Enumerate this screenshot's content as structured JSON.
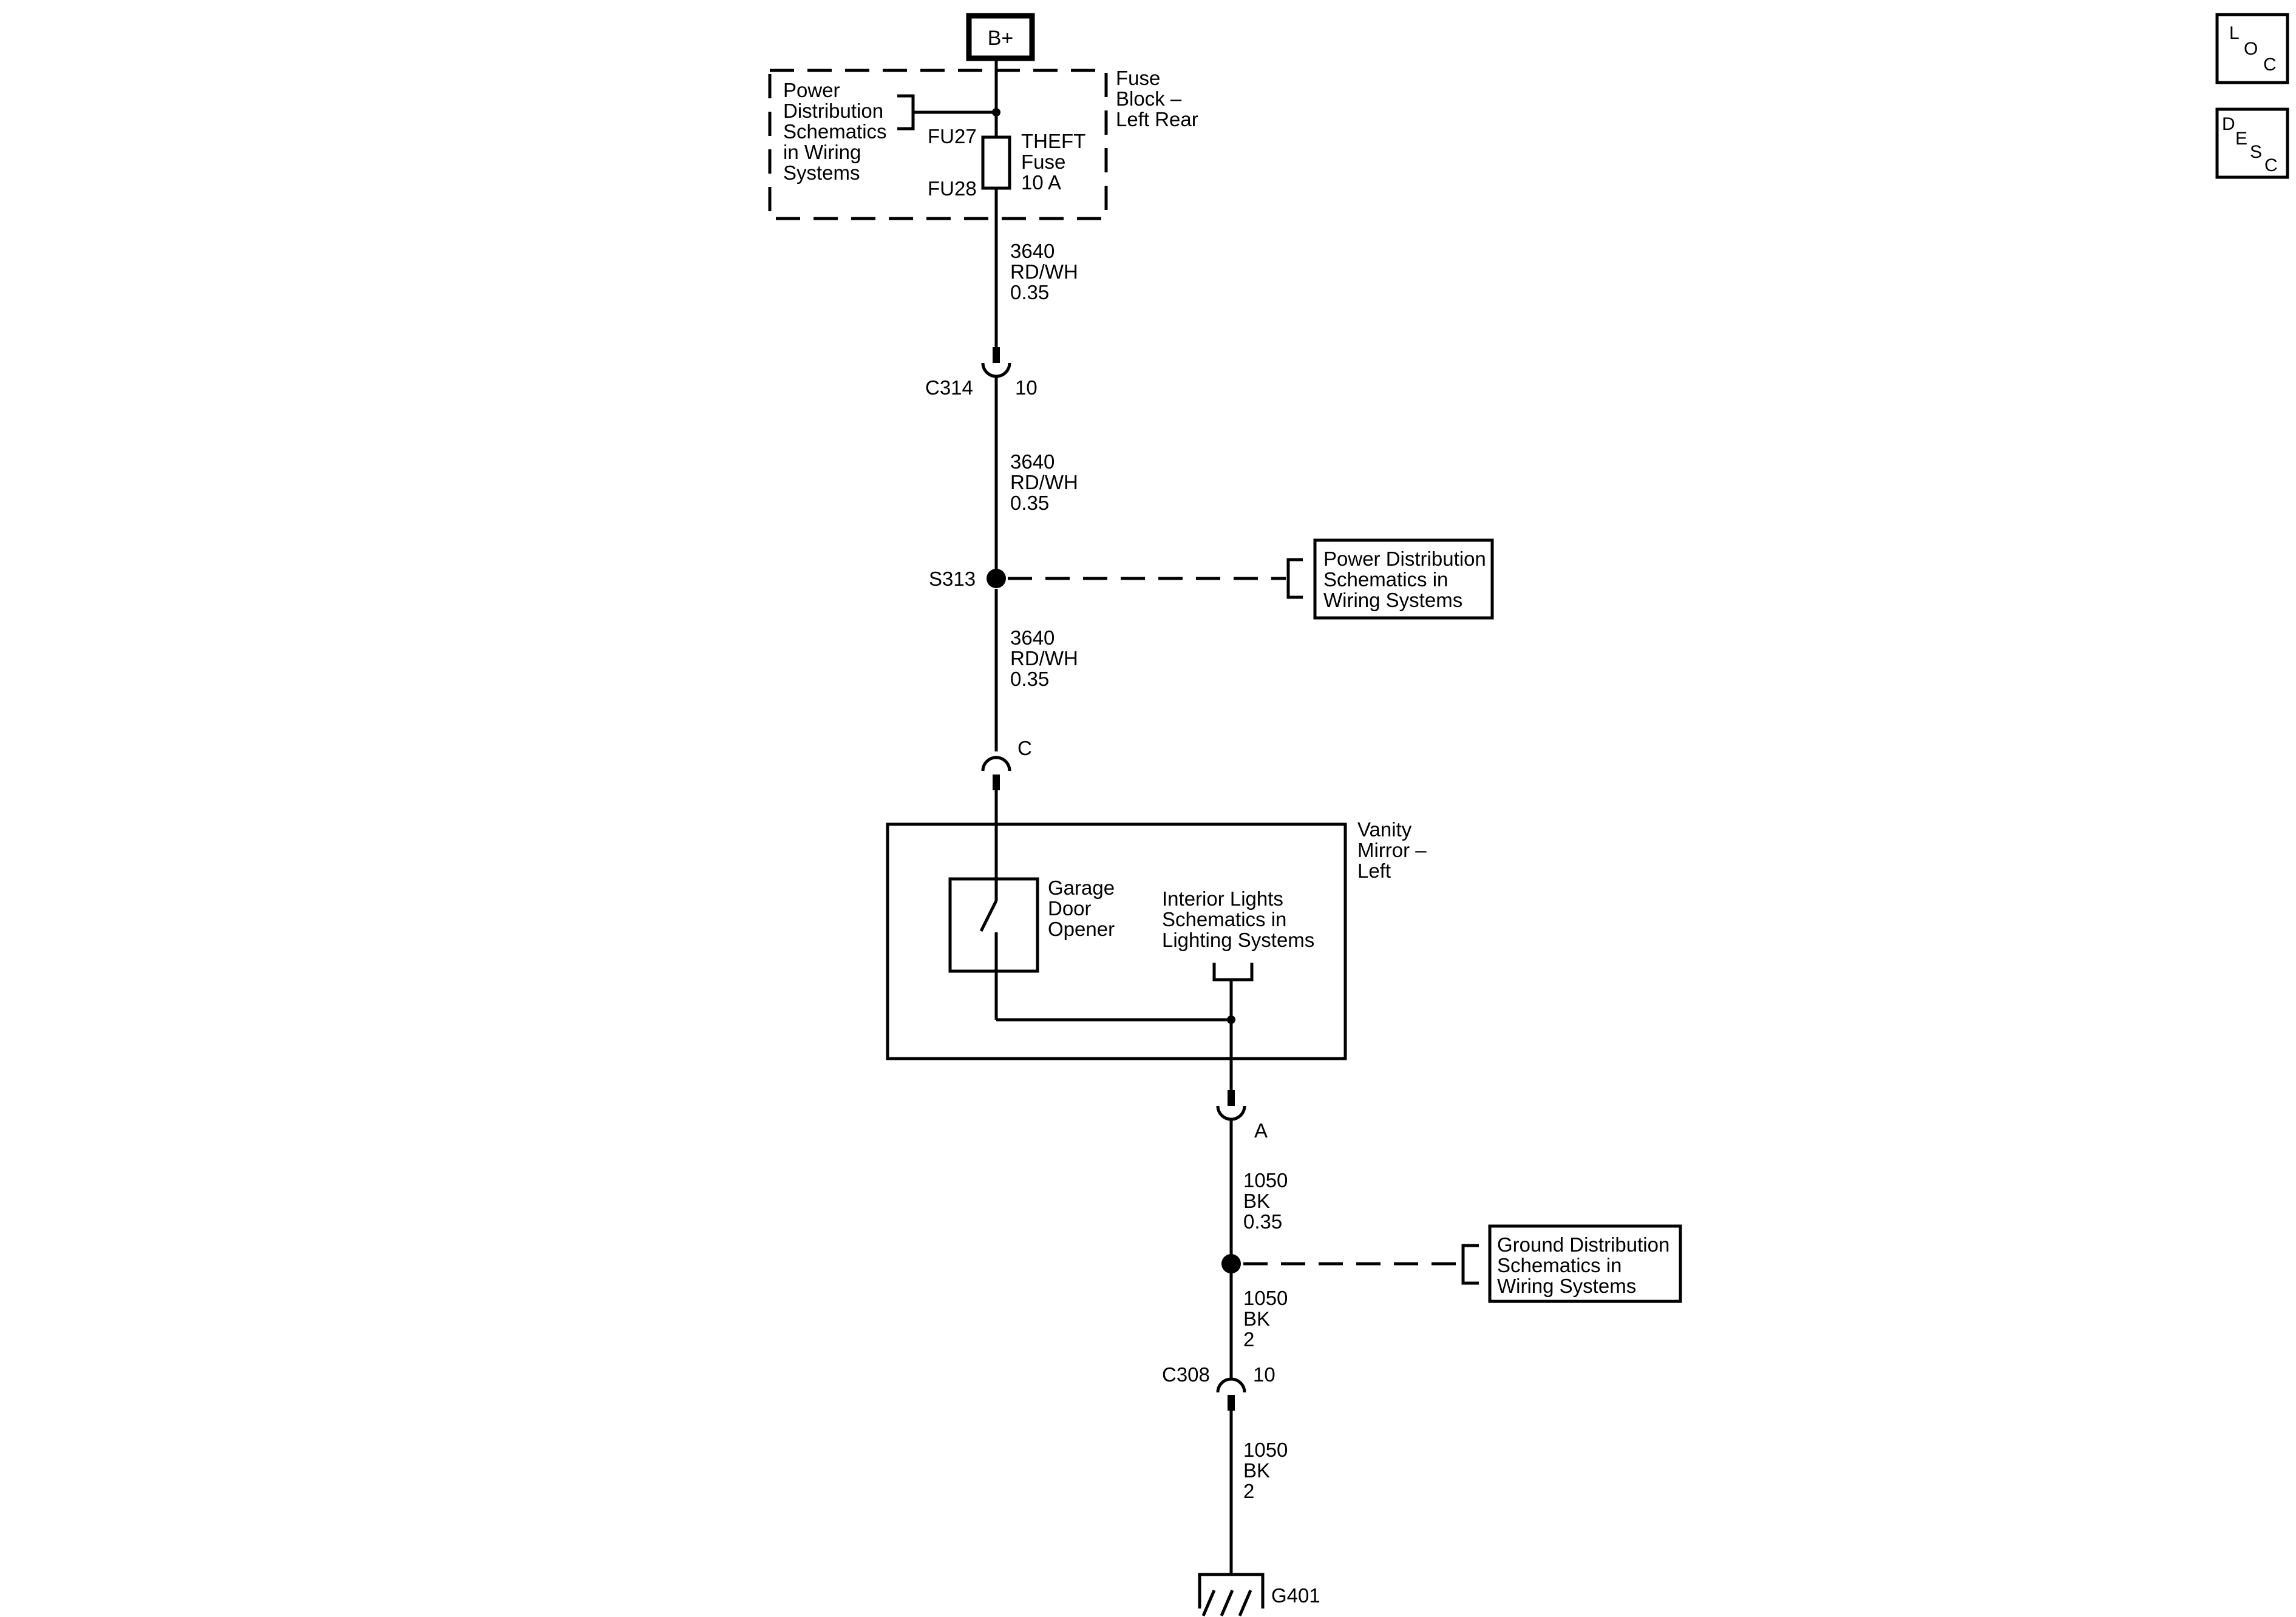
{
  "power_source": {
    "label": "B+"
  },
  "corner_icons": {
    "loc": {
      "l1": "L",
      "l2": "O",
      "l3": "C"
    },
    "desc": {
      "l1": "D",
      "l2": "E",
      "l3": "S",
      "l4": "C"
    }
  },
  "fuse_block": {
    "name": [
      "Fuse",
      "Block –",
      "Left Rear"
    ],
    "ref_text": [
      "Power",
      "Distribution",
      "Schematics",
      "in Wiring",
      "Systems"
    ],
    "pin_top": "FU27",
    "pin_bottom": "FU28",
    "fuse_label": [
      "THEFT",
      "Fuse",
      "10 A"
    ]
  },
  "wires": {
    "w1": [
      "3640",
      "RD/WH",
      "0.35"
    ],
    "w2": [
      "3640",
      "RD/WH",
      "0.35"
    ],
    "w3": [
      "3640",
      "RD/WH",
      "0.35"
    ],
    "w4": [
      "1050",
      "BK",
      "0.35"
    ],
    "w5": [
      "1050",
      "BK",
      "2"
    ],
    "w6": [
      "1050",
      "BK",
      "2"
    ]
  },
  "connectors": {
    "c314": {
      "name": "C314",
      "pin": "10"
    },
    "vanity_c": {
      "pin": "C"
    },
    "vanity_a": {
      "pin": "A"
    },
    "c308": {
      "name": "C308",
      "pin": "10"
    }
  },
  "splices": {
    "s313": {
      "name": "S313"
    }
  },
  "ref_boxes": {
    "power_dist": [
      "Power Distribution",
      "Schematics in",
      "Wiring Systems"
    ],
    "ground_dist": [
      "Ground Distribution",
      "Schematics in",
      "Wiring Systems"
    ]
  },
  "vanity_mirror": {
    "name": [
      "Vanity",
      "Mirror –",
      "Left"
    ],
    "garage_door_opener": [
      "Garage",
      "Door",
      "Opener"
    ],
    "interior_lights": [
      "Interior Lights",
      "Schematics in",
      "Lighting Systems"
    ]
  },
  "ground": {
    "name": "G401"
  }
}
